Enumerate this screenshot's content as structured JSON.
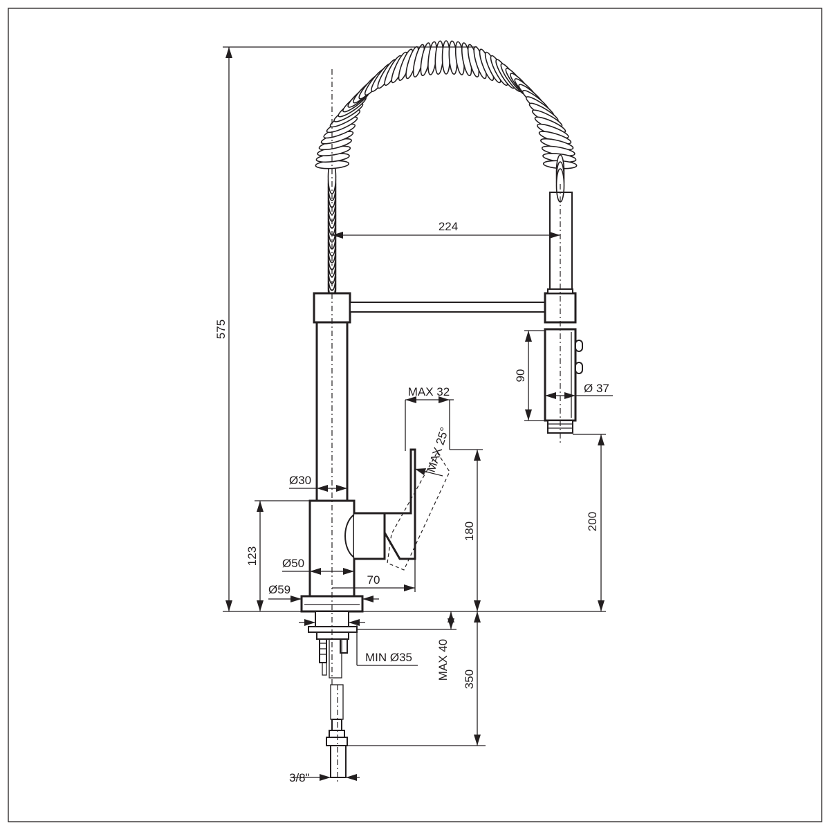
{
  "diagram": {
    "colors": {
      "line": "#231f20",
      "background": "#ffffff"
    },
    "dimensions": {
      "total_height": "575",
      "hose_reach": "224",
      "spray_head_length": "90",
      "spray_head_diameter": "Ø 37",
      "lever_max_opening": "MAX 32",
      "lever_max_angle": "MAX 25°",
      "column_diameter": "Ø30",
      "lever_height": "180",
      "spout_clearance": "200",
      "body_height": "123",
      "body_diameter": "Ø50",
      "lever_reach": "70",
      "base_diameter": "Ø59",
      "hole_min_diameter": "MIN Ø35",
      "max_counter_thickness": "MAX 40",
      "hose_length": "350",
      "connection_size": "3/8\""
    }
  }
}
